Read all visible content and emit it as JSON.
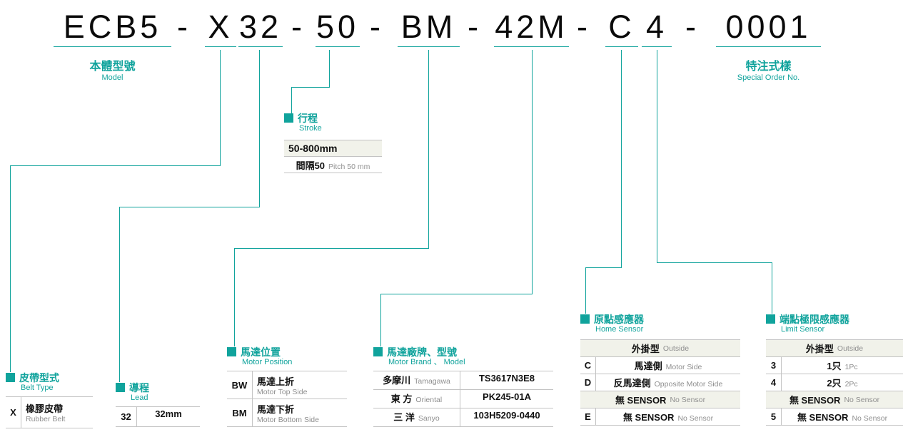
{
  "colors": {
    "accent": "#10a39c",
    "header_bg": "#f1f2ea"
  },
  "title": {
    "seg_model": "ECB5",
    "dash": "-",
    "seg_belt": "X",
    "seg_lead": "32",
    "seg_stroke": "50",
    "seg_motor_pos": "BM",
    "seg_motor_model": "42M",
    "seg_home": "C",
    "seg_limit": "4",
    "seg_special": "0001"
  },
  "model_label": {
    "zh": "本體型號",
    "en": "Model"
  },
  "special_label": {
    "zh": "特注式樣",
    "en": "Special Order No."
  },
  "stroke": {
    "zh": "行程",
    "en": "Stroke",
    "range": "50-800mm",
    "pitch_zh": "間隔50",
    "pitch_en": "Pitch 50 mm"
  },
  "belt_type": {
    "zh": "皮帶型式",
    "en": "Belt Type",
    "rows": [
      {
        "code": "X",
        "zh": "橡膠皮帶",
        "en": "Rubber Belt"
      }
    ]
  },
  "lead": {
    "zh": "導程",
    "en": "Lead",
    "rows": [
      {
        "code": "32",
        "value": "32mm"
      }
    ]
  },
  "motor_position": {
    "zh": "馬達位置",
    "en": "Motor Position",
    "rows": [
      {
        "code": "BW",
        "zh": "馬達上折",
        "en": "Motor Top Side"
      },
      {
        "code": "BM",
        "zh": "馬達下折",
        "en": "Motor Bottom Side"
      }
    ]
  },
  "motor_brand": {
    "zh": "馬達廠牌、型號",
    "en": "Motor Brand 、 Model",
    "rows": [
      {
        "zh": "多摩川",
        "en": "Tamagawa",
        "model": "TS3617N3E8"
      },
      {
        "zh": "東 方",
        "en": "Oriental",
        "model": "PK245-01A"
      },
      {
        "zh": "三 洋",
        "en": "Sanyo",
        "model": "103H5209-0440"
      }
    ]
  },
  "home_sensor": {
    "zh": "原點感應器",
    "en": "Home Sensor",
    "group1_header": {
      "zh": "外掛型",
      "en": "Outside"
    },
    "rows1": [
      {
        "code": "C",
        "zh": "馬達側",
        "en": "Motor Side"
      },
      {
        "code": "D",
        "zh": "反馬達側",
        "en": "Opposite Motor Side"
      }
    ],
    "group2_header": {
      "zh": "無 SENSOR",
      "en": "No Sensor"
    },
    "rows2": [
      {
        "code": "E",
        "zh": "無 SENSOR",
        "en": "No Sensor"
      }
    ]
  },
  "limit_sensor": {
    "zh": "端點極限感應器",
    "en": "Limit Sensor",
    "group1_header": {
      "zh": "外掛型",
      "en": "Outside"
    },
    "rows1": [
      {
        "code": "3",
        "zh": "1只",
        "en": "1Pc"
      },
      {
        "code": "4",
        "zh": "2只",
        "en": "2Pc"
      }
    ],
    "group2_header": {
      "zh": "無 SENSOR",
      "en": "No Sensor"
    },
    "rows2": [
      {
        "code": "5",
        "zh": "無 SENSOR",
        "en": "No Sensor"
      }
    ]
  }
}
